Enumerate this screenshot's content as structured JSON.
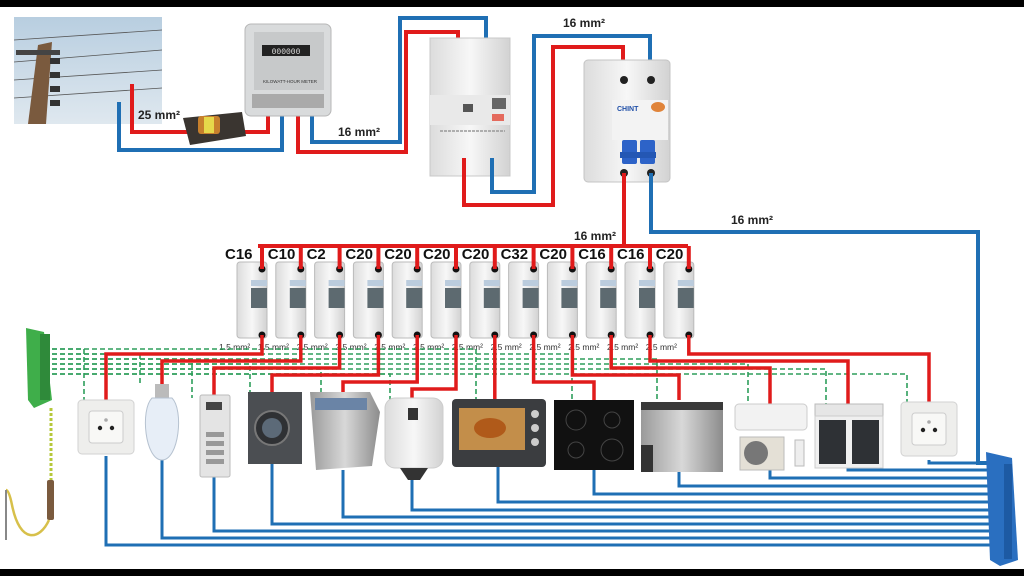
{
  "diagram": {
    "title": "Residential electrical installation wiring diagram",
    "colors": {
      "phase": "#e01b1b",
      "neutral": "#1f6fb4",
      "earth": "#2e9e5b",
      "background": "#ffffff",
      "frame": "#000000"
    },
    "supply": {
      "pole_icon": "utility-pole-icon",
      "fuse_icon": "main-fuse-icon",
      "meter_icon": "kwh-meter-icon",
      "meter_label": "KILOWATT-HOUR METER",
      "meter_reading": "000000",
      "main_cable_label": "25 mm²"
    },
    "main_switch": {
      "icon": "main-breaker-icon",
      "cable_in_label": "16 mm²"
    },
    "rcd": {
      "icon": "rcd-breaker-icon",
      "brand": "CHINT",
      "cable_in_label": "16 mm²",
      "phase_out_label": "16 mm²",
      "neutral_out_label": "16 mm²"
    },
    "breakers": [
      {
        "rating": "C16",
        "section": "1.5 mm²",
        "load": "socket"
      },
      {
        "rating": "C10",
        "section": "1.5 mm²",
        "load": "lamp"
      },
      {
        "rating": "C2",
        "section": "2.5 mm²",
        "load": "intercom"
      },
      {
        "rating": "C20",
        "section": "2.5 mm²",
        "load": "washing-machine"
      },
      {
        "rating": "C20",
        "section": "2.5 mm²",
        "load": "dishwasher"
      },
      {
        "rating": "C20",
        "section": "2.5 mm²",
        "load": "water-heater"
      },
      {
        "rating": "C20",
        "section": "2.5 mm²",
        "load": "oven"
      },
      {
        "rating": "C32",
        "section": "2.5 mm²",
        "load": "induction-hob"
      },
      {
        "rating": "C20",
        "section": "2.5 mm²",
        "load": "chest-freezer"
      },
      {
        "rating": "C16",
        "section": "2.5 mm²",
        "load": "air-conditioner"
      },
      {
        "rating": "C16",
        "section": "2.5 mm²",
        "load": "roller-shutter"
      },
      {
        "rating": "C20",
        "section": "2.5 mm²",
        "load": "socket-2"
      }
    ],
    "loads": [
      {
        "name": "socket",
        "icon": "wall-socket-icon"
      },
      {
        "name": "lamp",
        "icon": "light-bulb-icon"
      },
      {
        "name": "intercom",
        "icon": "intercom-panel-icon"
      },
      {
        "name": "washing-machine",
        "icon": "washing-machine-icon"
      },
      {
        "name": "dishwasher",
        "icon": "dishwasher-icon"
      },
      {
        "name": "water-heater",
        "icon": "water-heater-icon"
      },
      {
        "name": "oven",
        "icon": "electric-oven-icon"
      },
      {
        "name": "induction-hob",
        "icon": "induction-hob-icon"
      },
      {
        "name": "chest-freezer",
        "icon": "chest-freezer-icon"
      },
      {
        "name": "air-conditioner",
        "icon": "air-conditioner-icon"
      },
      {
        "name": "roller-shutter",
        "icon": "roller-shutter-window-icon"
      },
      {
        "name": "socket-2",
        "icon": "wall-socket-icon"
      }
    ],
    "earth": {
      "bar_icon": "earth-terminal-bar-icon",
      "rod_icon": "earth-rod-icon"
    },
    "neutral_bar": {
      "icon": "neutral-terminal-bar-icon"
    }
  }
}
